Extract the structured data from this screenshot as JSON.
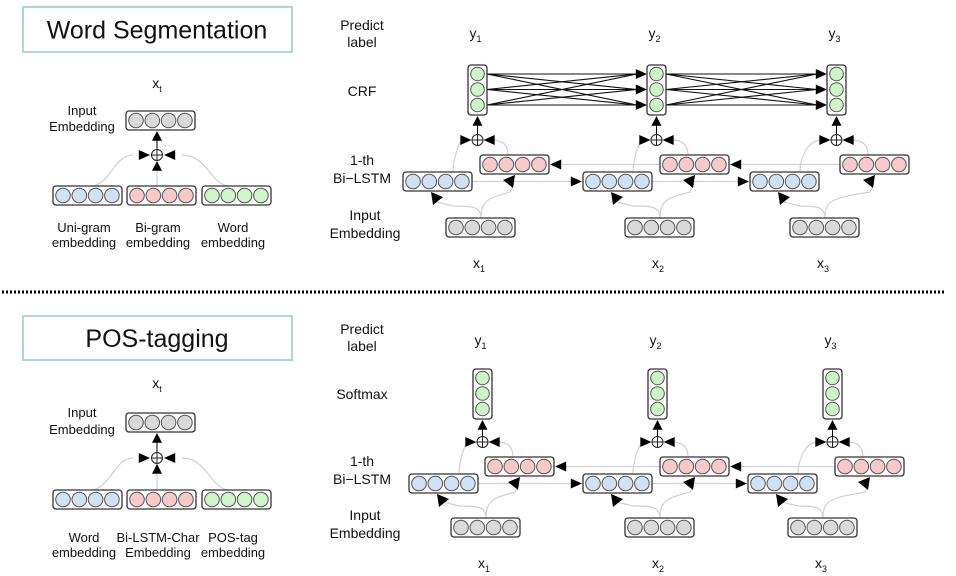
{
  "colors": {
    "title_border": "#a8d8dc",
    "cell_blue": "#cfe2f3",
    "cell_pink": "#f9c9c9",
    "cell_green": "#cdf5c8",
    "cell_gray": "#d9d9d9",
    "connector_light": "#d0d0d0",
    "arrow": "#000000",
    "divider": "#000000"
  },
  "panels": [
    {
      "id": "word-segmentation",
      "title": "Word Segmentation",
      "embedding": {
        "output_var": "x",
        "output_sub": "t",
        "output_label": [
          "Input",
          "Embedding"
        ],
        "inputs": [
          {
            "label": [
              "Uni-gram",
              "embedding"
            ],
            "color": "blue"
          },
          {
            "label": [
              "Bi-gram",
              "embedding"
            ],
            "color": "pink"
          },
          {
            "label": [
              "Word",
              "embedding"
            ],
            "color": "green"
          }
        ]
      },
      "row_labels": {
        "predict": [
          "Predict",
          "label"
        ],
        "output_layer": [
          "CRF"
        ],
        "bilstm": [
          "1-th",
          "Bi−LSTM"
        ],
        "input": [
          "Input",
          "Embedding"
        ]
      },
      "output_type": "CRF",
      "timesteps": [
        {
          "y": "y",
          "y_sub": "1",
          "x": "x",
          "x_sub": "1"
        },
        {
          "y": "y",
          "y_sub": "2",
          "x": "x",
          "x_sub": "2"
        },
        {
          "y": "y",
          "y_sub": "3",
          "x": "x",
          "x_sub": "3"
        }
      ]
    },
    {
      "id": "pos-tagging",
      "title": "POS-tagging",
      "embedding": {
        "output_var": "x",
        "output_sub": "t",
        "output_label": [
          "Input",
          "Embedding"
        ],
        "inputs": [
          {
            "label": [
              "Word",
              "embedding"
            ],
            "color": "blue"
          },
          {
            "label": [
              "Bi-LSTM-Char",
              "Embedding"
            ],
            "color": "pink"
          },
          {
            "label": [
              "POS-tag",
              "embedding"
            ],
            "color": "green"
          }
        ]
      },
      "row_labels": {
        "predict": [
          "Predict",
          "label"
        ],
        "output_layer": [
          "Softmax"
        ],
        "bilstm": [
          "1-th",
          "Bi−LSTM"
        ],
        "input": [
          "Input",
          "Embedding"
        ]
      },
      "output_type": "Softmax",
      "timesteps": [
        {
          "y": "y",
          "y_sub": "1",
          "x": "x",
          "x_sub": "1"
        },
        {
          "y": "y",
          "y_sub": "2",
          "x": "x",
          "x_sub": "2"
        },
        {
          "y": "y",
          "y_sub": "3",
          "x": "x",
          "x_sub": "3"
        }
      ]
    }
  ]
}
